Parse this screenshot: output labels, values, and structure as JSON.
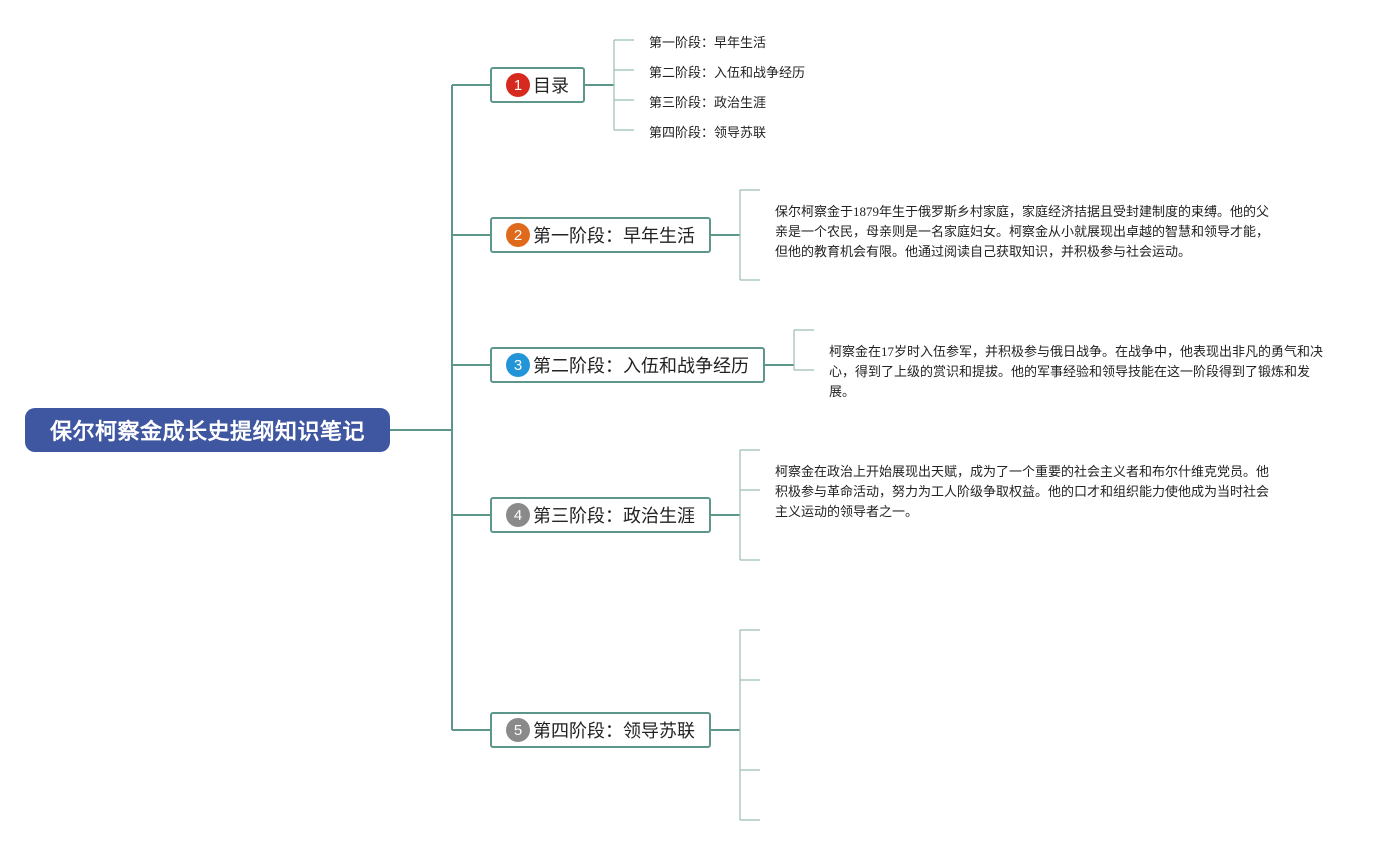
{
  "root": {
    "title": "保尔柯察金成长史提纲知识笔记"
  },
  "colors": {
    "root_bg": "#3f56a0",
    "line": "#5f968c",
    "leaf_line": "#9bbdb5",
    "badge_1": "#d62a1e",
    "badge_2": "#e06a1c",
    "badge_3": "#2294d8",
    "badge_4": "#8a8a8a",
    "badge_5": "#8a8a8a"
  },
  "branches": [
    {
      "number": "1",
      "label": "目录"
    },
    {
      "number": "2",
      "label": "第一阶段：早年生活"
    },
    {
      "number": "3",
      "label": "第二阶段：入伍和战争经历"
    },
    {
      "number": "4",
      "label": "第三阶段：政治生涯"
    },
    {
      "number": "5",
      "label": "第四阶段：领导苏联"
    }
  ],
  "toc": [
    "第一阶段：早年生活",
    "第二阶段：入伍和战争经历",
    "第三阶段：政治生涯",
    "第四阶段：领导苏联"
  ],
  "details": {
    "early_life": "保尔柯察金于1879年生于俄罗斯乡村家庭，家庭经济拮据且受封建制度的束缚。他的父亲是一个农民，母亲则是一名家庭妇女。柯察金从小就展现出卓越的智慧和领导才能，但他的教育机会有限。他通过阅读自己获取知识，并积极参与社会运动。",
    "war": "柯察金在17岁时入伍参军，并积极参与俄日战争。在战争中，他表现出非凡的勇气和决心，得到了上级的赏识和提拔。他的军事经验和领导技能在这一阶段得到了锻炼和发展。",
    "politics": "柯察金在政治上开始展现出天赋，成为了一个重要的社会主义者和布尔什维克党员。他积极参与革命活动，努力为工人阶级争取权益。他的口才和组织能力使他成为当时社会主义运动的领导者之一。"
  }
}
